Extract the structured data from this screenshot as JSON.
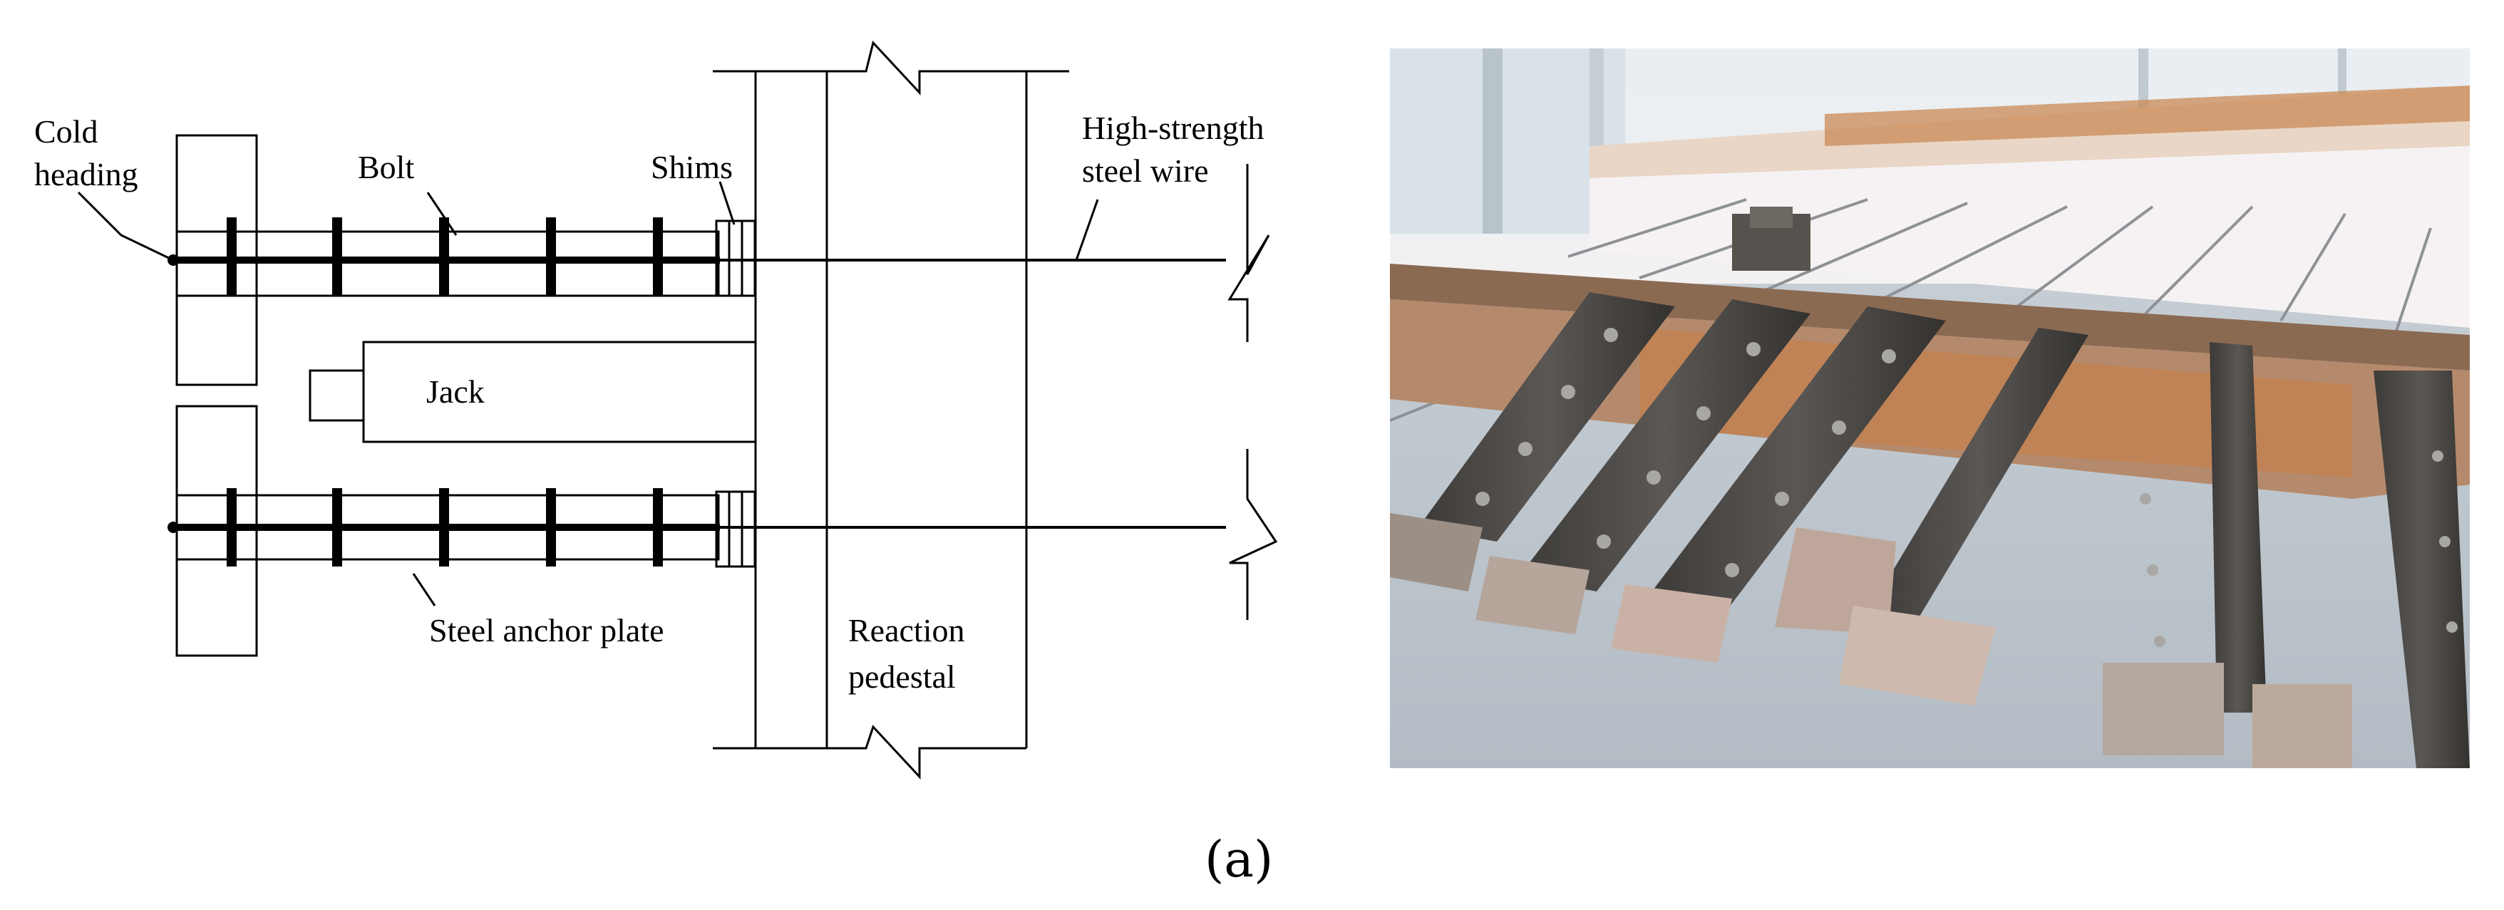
{
  "diagram": {
    "labels": {
      "cold_heading": [
        "Cold",
        "heading"
      ],
      "bolt": "Bolt",
      "shims": "Shims",
      "wire": [
        "High-strength",
        "steel wire"
      ],
      "jack": "Jack",
      "anchor_plate": "Steel anchor plate",
      "pedestal": [
        "Reaction",
        "pedestal"
      ]
    }
  },
  "photo": {
    "subject": "prestressing anchorage setup photo"
  },
  "caption": "(a)",
  "colors": {
    "ink": "#000000",
    "photo_floor": "#c4ccd3",
    "photo_steel": "#4a4845",
    "photo_rust": "#b8784a"
  }
}
